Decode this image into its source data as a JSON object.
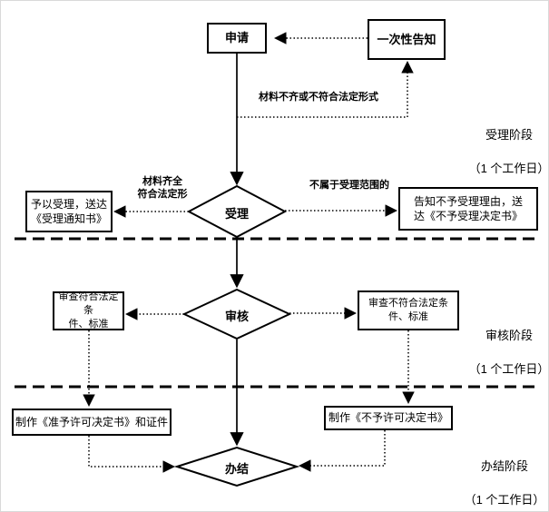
{
  "nodes": {
    "apply": "申请",
    "notice": "一次性告知",
    "accept": "受理",
    "review": "审核",
    "finish": "办结",
    "accept_yes": "予以受理，送达\n《受理通知书》",
    "accept_no": "告知不予受理理由，送\n达《不予受理决定书》",
    "review_yes": "审查符合法定条\n件、标准",
    "review_no": "审查不符合法定条\n件、标准",
    "make_permit": "制作《准予许可决定书》和证件",
    "make_denial": "制作《不予许可决定书》"
  },
  "edge_labels": {
    "materials_incomplete": "材料不齐或不符合法定形式",
    "materials_complete": "材料齐全\n符合法定形",
    "out_of_scope": "不属于受理范围的"
  },
  "stages": [
    {
      "name": "受理阶段",
      "duration": "（1 个工作日）"
    },
    {
      "name": "审核阶段",
      "duration": "（1 个工作日）"
    },
    {
      "name": "办结阶段",
      "duration": "（1 个工作日）"
    }
  ],
  "colors": {
    "line": "#000000",
    "background": "#ffffff",
    "text": "#000000"
  }
}
